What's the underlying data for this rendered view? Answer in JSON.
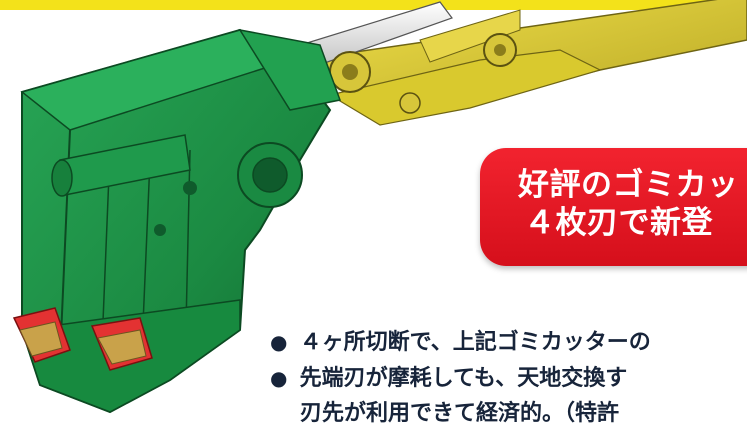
{
  "callout": {
    "line1": "好評のゴミカッ",
    "line2": "４枚刃で新登"
  },
  "features": [
    {
      "bullet": "●",
      "text": "４ヶ所切断で、上記ゴミカッターの"
    },
    {
      "bullet": "●",
      "text": "先端刃が摩耗しても、天地交換す"
    },
    {
      "bullet": "",
      "text": "刃先が利用できて経済的。（特許"
    }
  ],
  "colors": {
    "top_band": "#f3e21a",
    "attachment_green": "#1d8f45",
    "arm_yellow": "#d8c934",
    "blade_red": "#e33232",
    "callout_red": "#e11420",
    "text_navy": "#17243a"
  },
  "illustration": {
    "subject": "green four-blade crusher attachment on yellow excavator arm"
  }
}
